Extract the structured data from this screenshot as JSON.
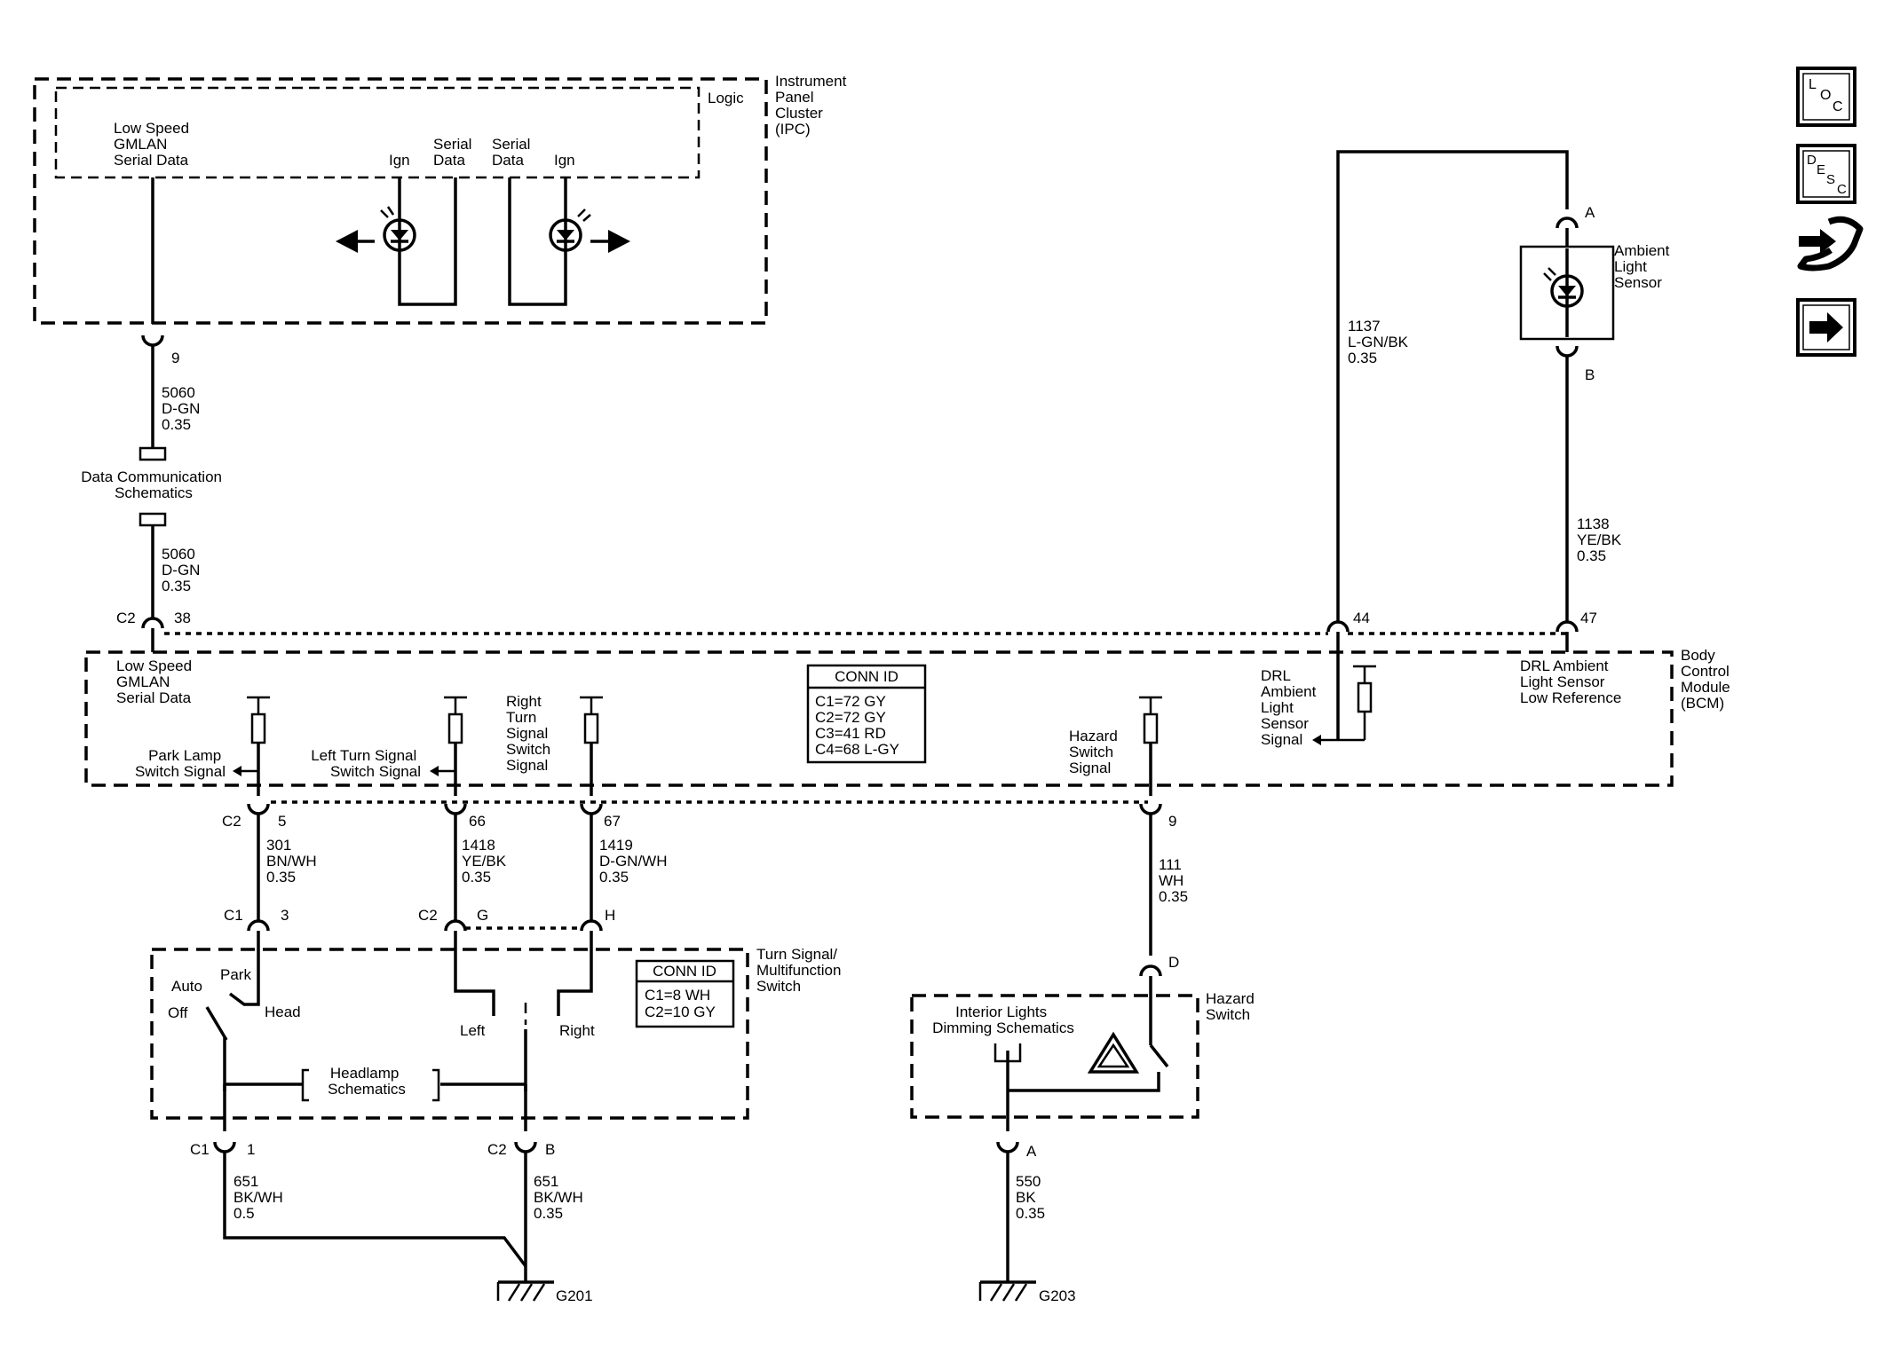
{
  "modules": {
    "ipc": {
      "title": [
        "Instrument",
        "Panel",
        "Cluster",
        "(IPC)"
      ],
      "logic": "Logic",
      "gmlan": [
        "Low Speed",
        "GMLAN",
        "Serial Data"
      ],
      "ign": "Ign",
      "serial_data": [
        "Serial",
        "Data"
      ]
    },
    "bcm": {
      "title": [
        "Body",
        "Control",
        "Module",
        "(BCM)"
      ],
      "gmlan": [
        "Low Speed",
        "GMLAN",
        "Serial Data"
      ],
      "park_lamp": [
        "Park Lamp",
        "Switch Signal"
      ],
      "left_turn": [
        "Left Turn Signal",
        "Switch Signal"
      ],
      "right_turn": [
        "Right",
        "Turn",
        "Signal",
        "Switch",
        "Signal"
      ],
      "hazard": [
        "Hazard",
        "Switch",
        "Signal"
      ],
      "drl_signal": [
        "DRL",
        "Ambient",
        "Light",
        "Sensor",
        "Signal"
      ],
      "drl_low_ref": [
        "DRL Ambient",
        "Light Sensor",
        "Low Reference"
      ]
    },
    "turn_switch": {
      "title": [
        "Turn Signal/",
        "Multifunction",
        "Switch"
      ],
      "auto": "Auto",
      "off": "Off",
      "park": "Park",
      "head": "Head",
      "left": "Left",
      "right": "Right",
      "headlamp": [
        "Headlamp",
        "Schematics"
      ]
    },
    "hazard_switch": {
      "title": [
        "Hazard",
        "Switch"
      ],
      "interior": [
        "Interior Lights",
        "Dimming Schematics"
      ]
    },
    "sensor": {
      "title": [
        "Ambient",
        "Light",
        "Sensor"
      ]
    }
  },
  "conn_id_bcm": {
    "title": "CONN ID",
    "lines": [
      "C1=72 GY",
      "C2=72 GY",
      "C3=41 RD",
      "C4=68 L-GY"
    ]
  },
  "conn_id_switch": {
    "title": "CONN ID",
    "lines": [
      "C1=8 WH",
      "C2=10 GY"
    ]
  },
  "data_comm": [
    "Data Communication",
    "Schematics"
  ],
  "wires": {
    "w5060_top": [
      "5060",
      "D-GN",
      "0.35"
    ],
    "w5060_bot": [
      "5060",
      "D-GN",
      "0.35"
    ],
    "w1137": [
      "1137",
      "L-GN/BK",
      "0.35"
    ],
    "w1138": [
      "1138",
      "YE/BK",
      "0.35"
    ],
    "w301": [
      "301",
      "BN/WH",
      "0.35"
    ],
    "w1418": [
      "1418",
      "YE/BK",
      "0.35"
    ],
    "w1419": [
      "1419",
      "D-GN/WH",
      "0.35"
    ],
    "w111": [
      "111",
      "WH",
      "0.35"
    ],
    "w651a": [
      "651",
      "BK/WH",
      "0.5"
    ],
    "w651b": [
      "651",
      "BK/WH",
      "0.35"
    ],
    "w550": [
      "550",
      "BK",
      "0.35"
    ]
  },
  "pins": {
    "ipc_9": "9",
    "bcm_c2": "C2",
    "bcm_38": "38",
    "bcm_44": "44",
    "bcm_47": "47",
    "bcm_c2b": "C2",
    "bcm_5": "5",
    "bcm_66": "66",
    "bcm_67": "67",
    "bcm_9": "9",
    "sw_c1": "C1",
    "sw_3": "3",
    "sw_c2": "C2",
    "sw_g": "G",
    "sw_h": "H",
    "sw_c1b": "C1",
    "sw_1": "1",
    "sw_c2b": "C2",
    "sw_b": "B",
    "hz_d": "D",
    "hz_a": "A",
    "sensor_a": "A",
    "sensor_b": "B"
  },
  "grounds": {
    "g201": "G201",
    "g203": "G203"
  },
  "nav_icons": [
    {
      "name": "loc-icon",
      "letters": [
        "L",
        "O",
        "C"
      ]
    },
    {
      "name": "desc-icon",
      "letters": [
        "D",
        "E",
        "S",
        "C"
      ]
    },
    {
      "name": "connector-icon"
    },
    {
      "name": "next-arrow-icon"
    }
  ]
}
